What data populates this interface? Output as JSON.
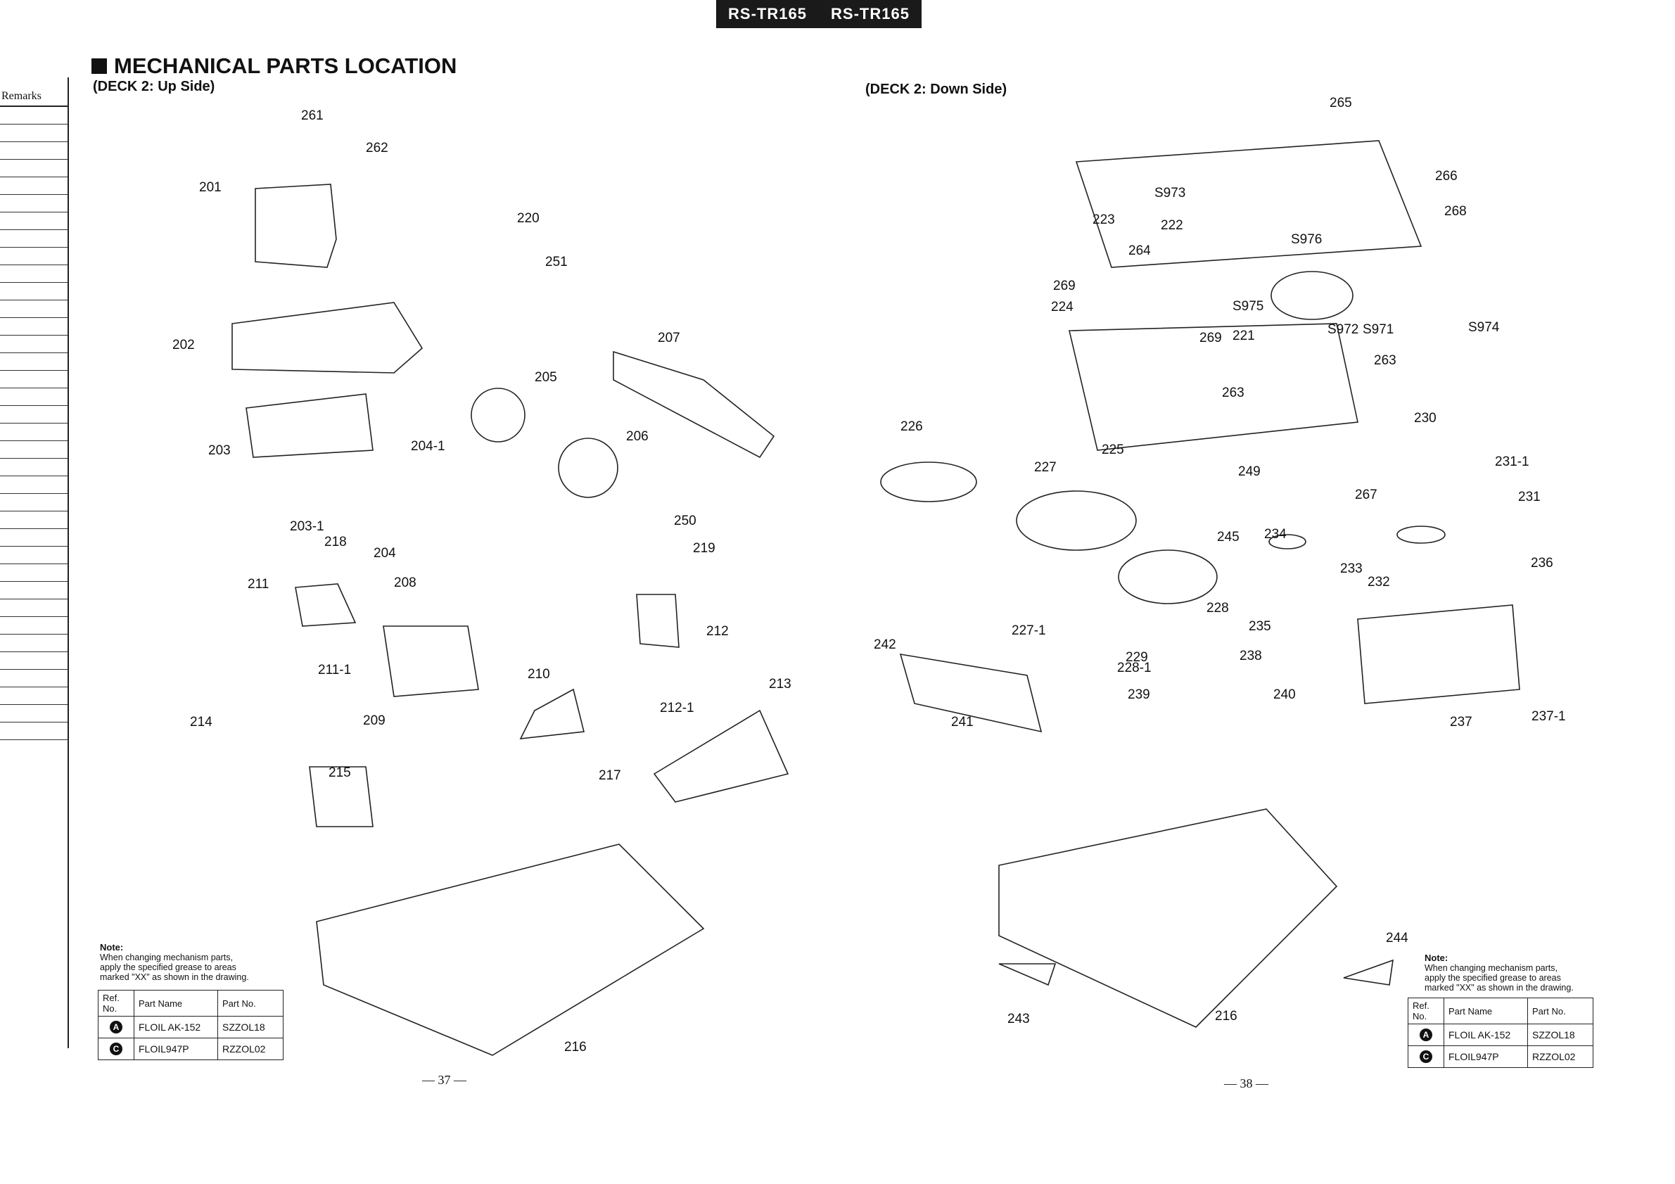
{
  "header": {
    "model_left": "RS-TR165",
    "model_right": "RS-TR165"
  },
  "title": "MECHANICAL PARTS LOCATION",
  "left": {
    "subtitle": "(DECK 2: Up Side)",
    "page_number": "— 37 —"
  },
  "right": {
    "subtitle": "(DECK 2: Down Side)",
    "page_number": "— 38 —"
  },
  "remarks_header": "Remarks",
  "note": {
    "heading": "Note:",
    "line1": "When changing mechanism parts,",
    "line2": "apply the specified grease to areas",
    "line3": "marked \"XX\" as shown in the drawing."
  },
  "grease_table": {
    "col_ref": "Ref. No.",
    "col_name": "Part Name",
    "col_no": "Part No.",
    "rows": [
      {
        "sym": "A",
        "name": "FLOIL AK-152",
        "part_no": "SZZOL18"
      },
      {
        "sym": "C",
        "name": "FLOIL947P",
        "part_no": "RZZOL02"
      }
    ]
  },
  "left_labels": [
    "261",
    "262",
    "201",
    "220",
    "251",
    "202",
    "207",
    "205",
    "206",
    "203",
    "204-1",
    "250",
    "203-1",
    "218",
    "204",
    "219",
    "211",
    "208",
    "212",
    "211-1",
    "210",
    "209",
    "212-1",
    "213",
    "214",
    "215",
    "217",
    "216"
  ],
  "right_labels": [
    "265",
    "S973",
    "266",
    "268",
    "223",
    "222",
    "264",
    "S976",
    "269",
    "224",
    "S975",
    "269",
    "221",
    "S972",
    "S971",
    "S974",
    "263",
    "263",
    "226",
    "230",
    "231-1",
    "225",
    "227",
    "249",
    "267",
    "231",
    "245",
    "234",
    "233",
    "232",
    "236",
    "228",
    "227-1",
    "235",
    "242",
    "229",
    "228-1",
    "238",
    "239",
    "240",
    "241",
    "237",
    "237-1",
    "244",
    "243",
    "216"
  ]
}
